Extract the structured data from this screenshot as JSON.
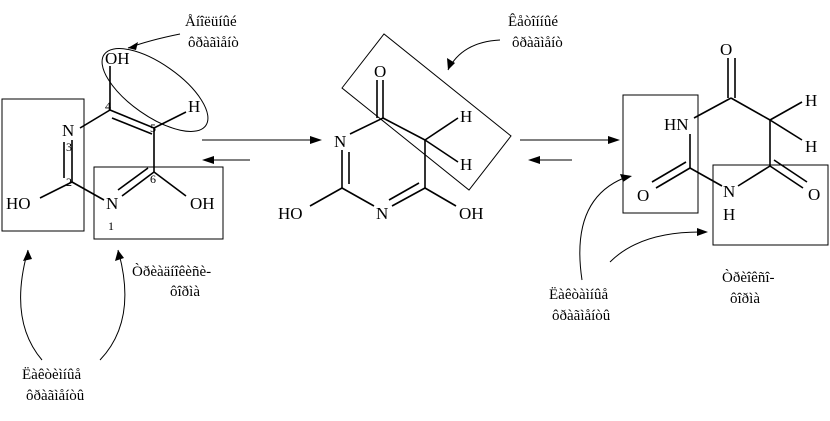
{
  "captions": {
    "enol_group_line1": "Åíîëüíûé",
    "enol_group_line2": "ôðàãìåíò",
    "keto_group_line1": "Êåòîííûé",
    "keto_group_line2": "ôðàãìåíò",
    "lactim_left_line1": "Ëàêòèìíûå",
    "lactim_left_line2": "ôðàãìåíòû",
    "triad_line1": "Òðèàäíîêèñè-",
    "triad_line2": "ôîðìà",
    "lactam_line1": "Ëàêòàìíûå",
    "lactam_line2": "ôðàãìåíòû",
    "triketo_line1": "Òðèîêñî-",
    "triketo_line2": "ôîðìà"
  },
  "atoms": {
    "oxygen_hydroxyl": "OH",
    "hydroxyl_left": "HO",
    "nitrogen": "N",
    "nitrogen_hydrogen": "HN",
    "hydrogen": "H",
    "oxygen": "O"
  },
  "ring_numbers": [
    "1",
    "2",
    "3",
    "4",
    "5",
    "6"
  ]
}
